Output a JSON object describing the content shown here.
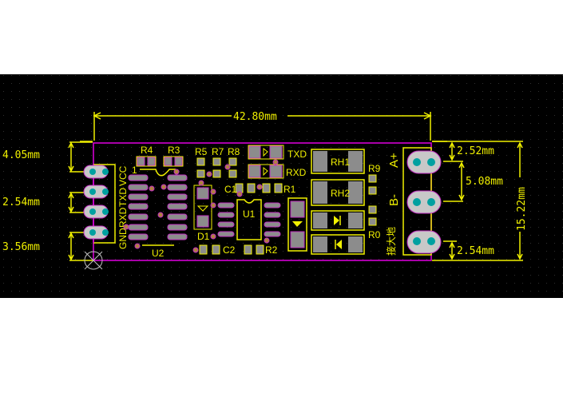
{
  "colors": {
    "background": "#000000",
    "page": "#ffffff",
    "silkscreen": "#f0f000",
    "board_outline": "#e000e0",
    "pad": "#8c8c8c",
    "through_hole_pad": "#c8c8c8",
    "drill": "#00a0a0",
    "via": "#b08040"
  },
  "dimensions": {
    "width": "42.80mm",
    "left_top": "4.05mm",
    "left_pitch": "2.54mm",
    "left_bottom": "3.56mm",
    "right_top": "2.52mm",
    "right_pitch": "5.08mm",
    "right_bottom": "2.54mm",
    "height": "15.22mm"
  },
  "header_pins": {
    "labels": [
      "VCC",
      "TXD",
      "RXD",
      "GND"
    ]
  },
  "components": {
    "r4": "R4",
    "r3": "R3",
    "r5": "R5",
    "r7": "R7",
    "r8": "R8",
    "c1": "C1",
    "c2": "C2",
    "r1": "R1",
    "r2": "R2",
    "u1": "U1",
    "u2": "U2",
    "d1": "D1",
    "rh1": "RH1",
    "rh2": "RH2",
    "r9": "R9",
    "r0": "R0",
    "led_txd": "TXD",
    "led_rxd": "RXD",
    "pin1_marker": "1"
  },
  "terminal": {
    "a_label": "A+",
    "b_label": "B-",
    "ground_label": "接大地"
  }
}
